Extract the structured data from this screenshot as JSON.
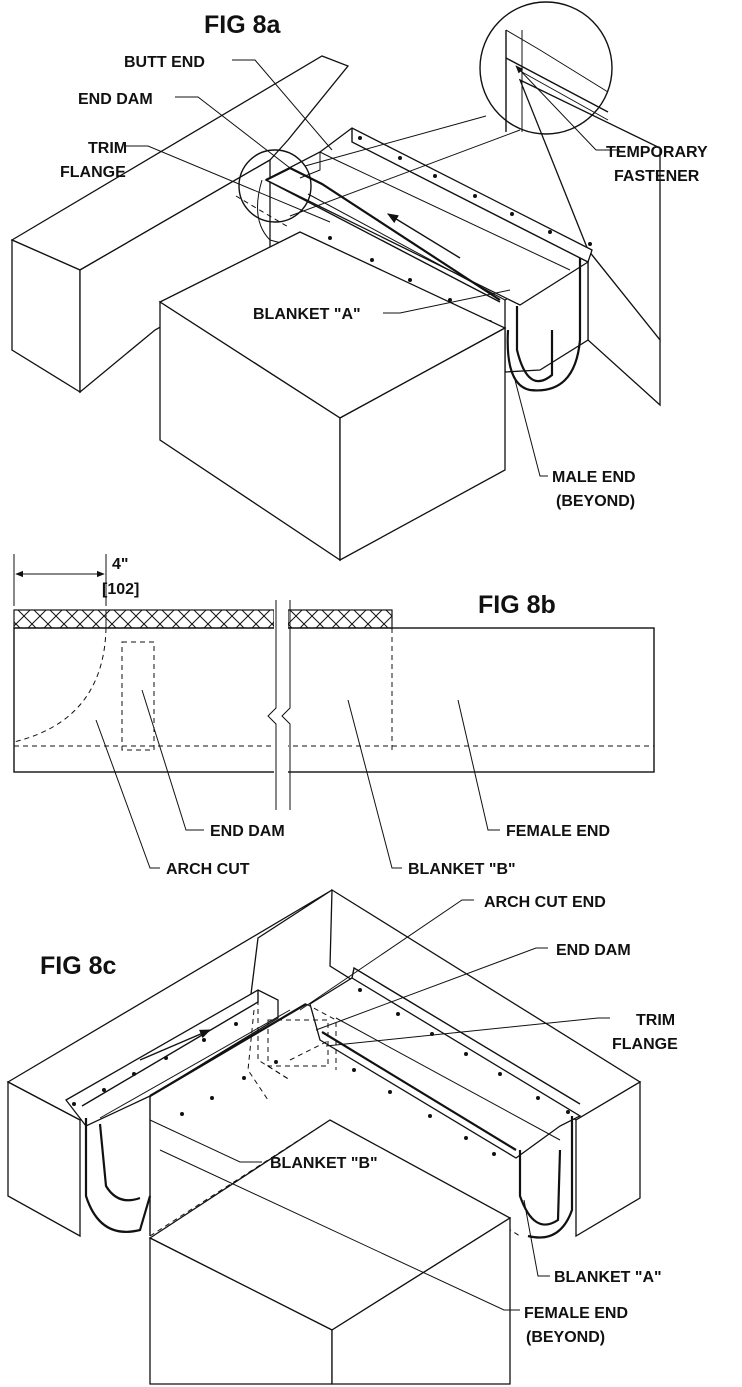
{
  "fig8a": {
    "title": "FIG 8a",
    "labels": {
      "butt_end": "BUTT END",
      "end_dam": "END DAM",
      "trim_flange_1": "TRIM",
      "trim_flange_2": "FLANGE",
      "temporary_fastener_1": "TEMPORARY",
      "temporary_fastener_2": "FASTENER",
      "blanket_a": "BLANKET \"A\"",
      "male_end_1": "MALE END",
      "male_end_2": "(BEYOND)"
    }
  },
  "fig8b": {
    "title": "FIG 8b",
    "dimension_in": "4\"",
    "dimension_mm": "[102]",
    "labels": {
      "end_dam": "END DAM",
      "female_end": "FEMALE END",
      "arch_cut": "ARCH CUT",
      "blanket_b": "BLANKET \"B\""
    }
  },
  "fig8c": {
    "title": "FIG 8c",
    "labels": {
      "arch_cut_end": "ARCH CUT END",
      "end_dam": "END DAM",
      "trim_flange_1": "TRIM",
      "trim_flange_2": "FLANGE",
      "blanket_b": "BLANKET \"B\"",
      "blanket_a": "BLANKET \"A\"",
      "female_end_1": "FEMALE END",
      "female_end_2": "(BEYOND)"
    }
  }
}
